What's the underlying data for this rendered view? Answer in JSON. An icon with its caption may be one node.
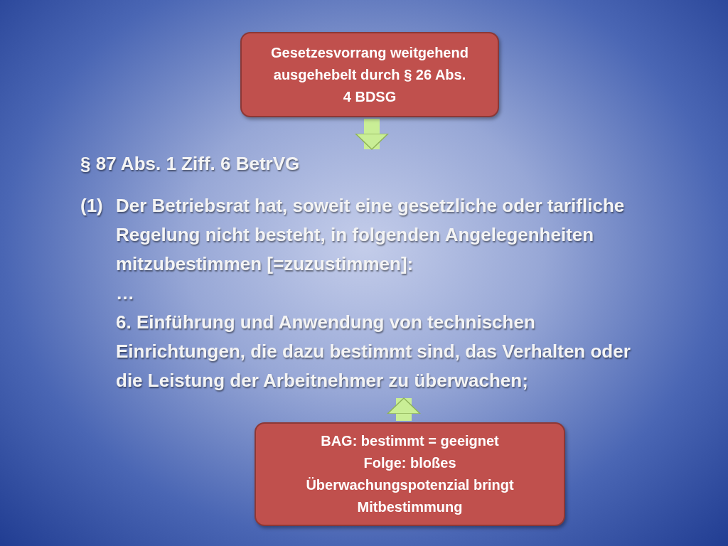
{
  "diagram": {
    "nodes": [
      {
        "text": [
          "Gesetzesvorrang weitgehend ausgehebelt durch § 26 Abs. 4 BDSG"
        ]
      },
      {
        "text": [
          "§ 87 Abs. 1 Ziff. 6 BetrVG",
          "(1)",
          "Der Betriebsrat hat, soweit eine gesetzliche oder tarifliche Regelung nicht besteht, in folgenden Angelegenheiten mitzubestimmen [=zuzustimmen]:",
          "…",
          "6. Einführung und Anwendung von technischen Einrichtungen, die dazu bestimmt sind, das Verhalten oder die Leistung der Arbeitnehmer zu überwachen;"
        ]
      },
      {
        "text": [
          "BAG: bestimmt = geeignet",
          "Folge: bloßes Überwachungspotenzial bringt Mitbestimmung"
        ]
      }
    ],
    "edges": [
      {
        "from": 0,
        "to": 1,
        "arrow": "to"
      },
      {
        "from": 2,
        "to": 1,
        "arrow": "to"
      }
    ]
  }
}
